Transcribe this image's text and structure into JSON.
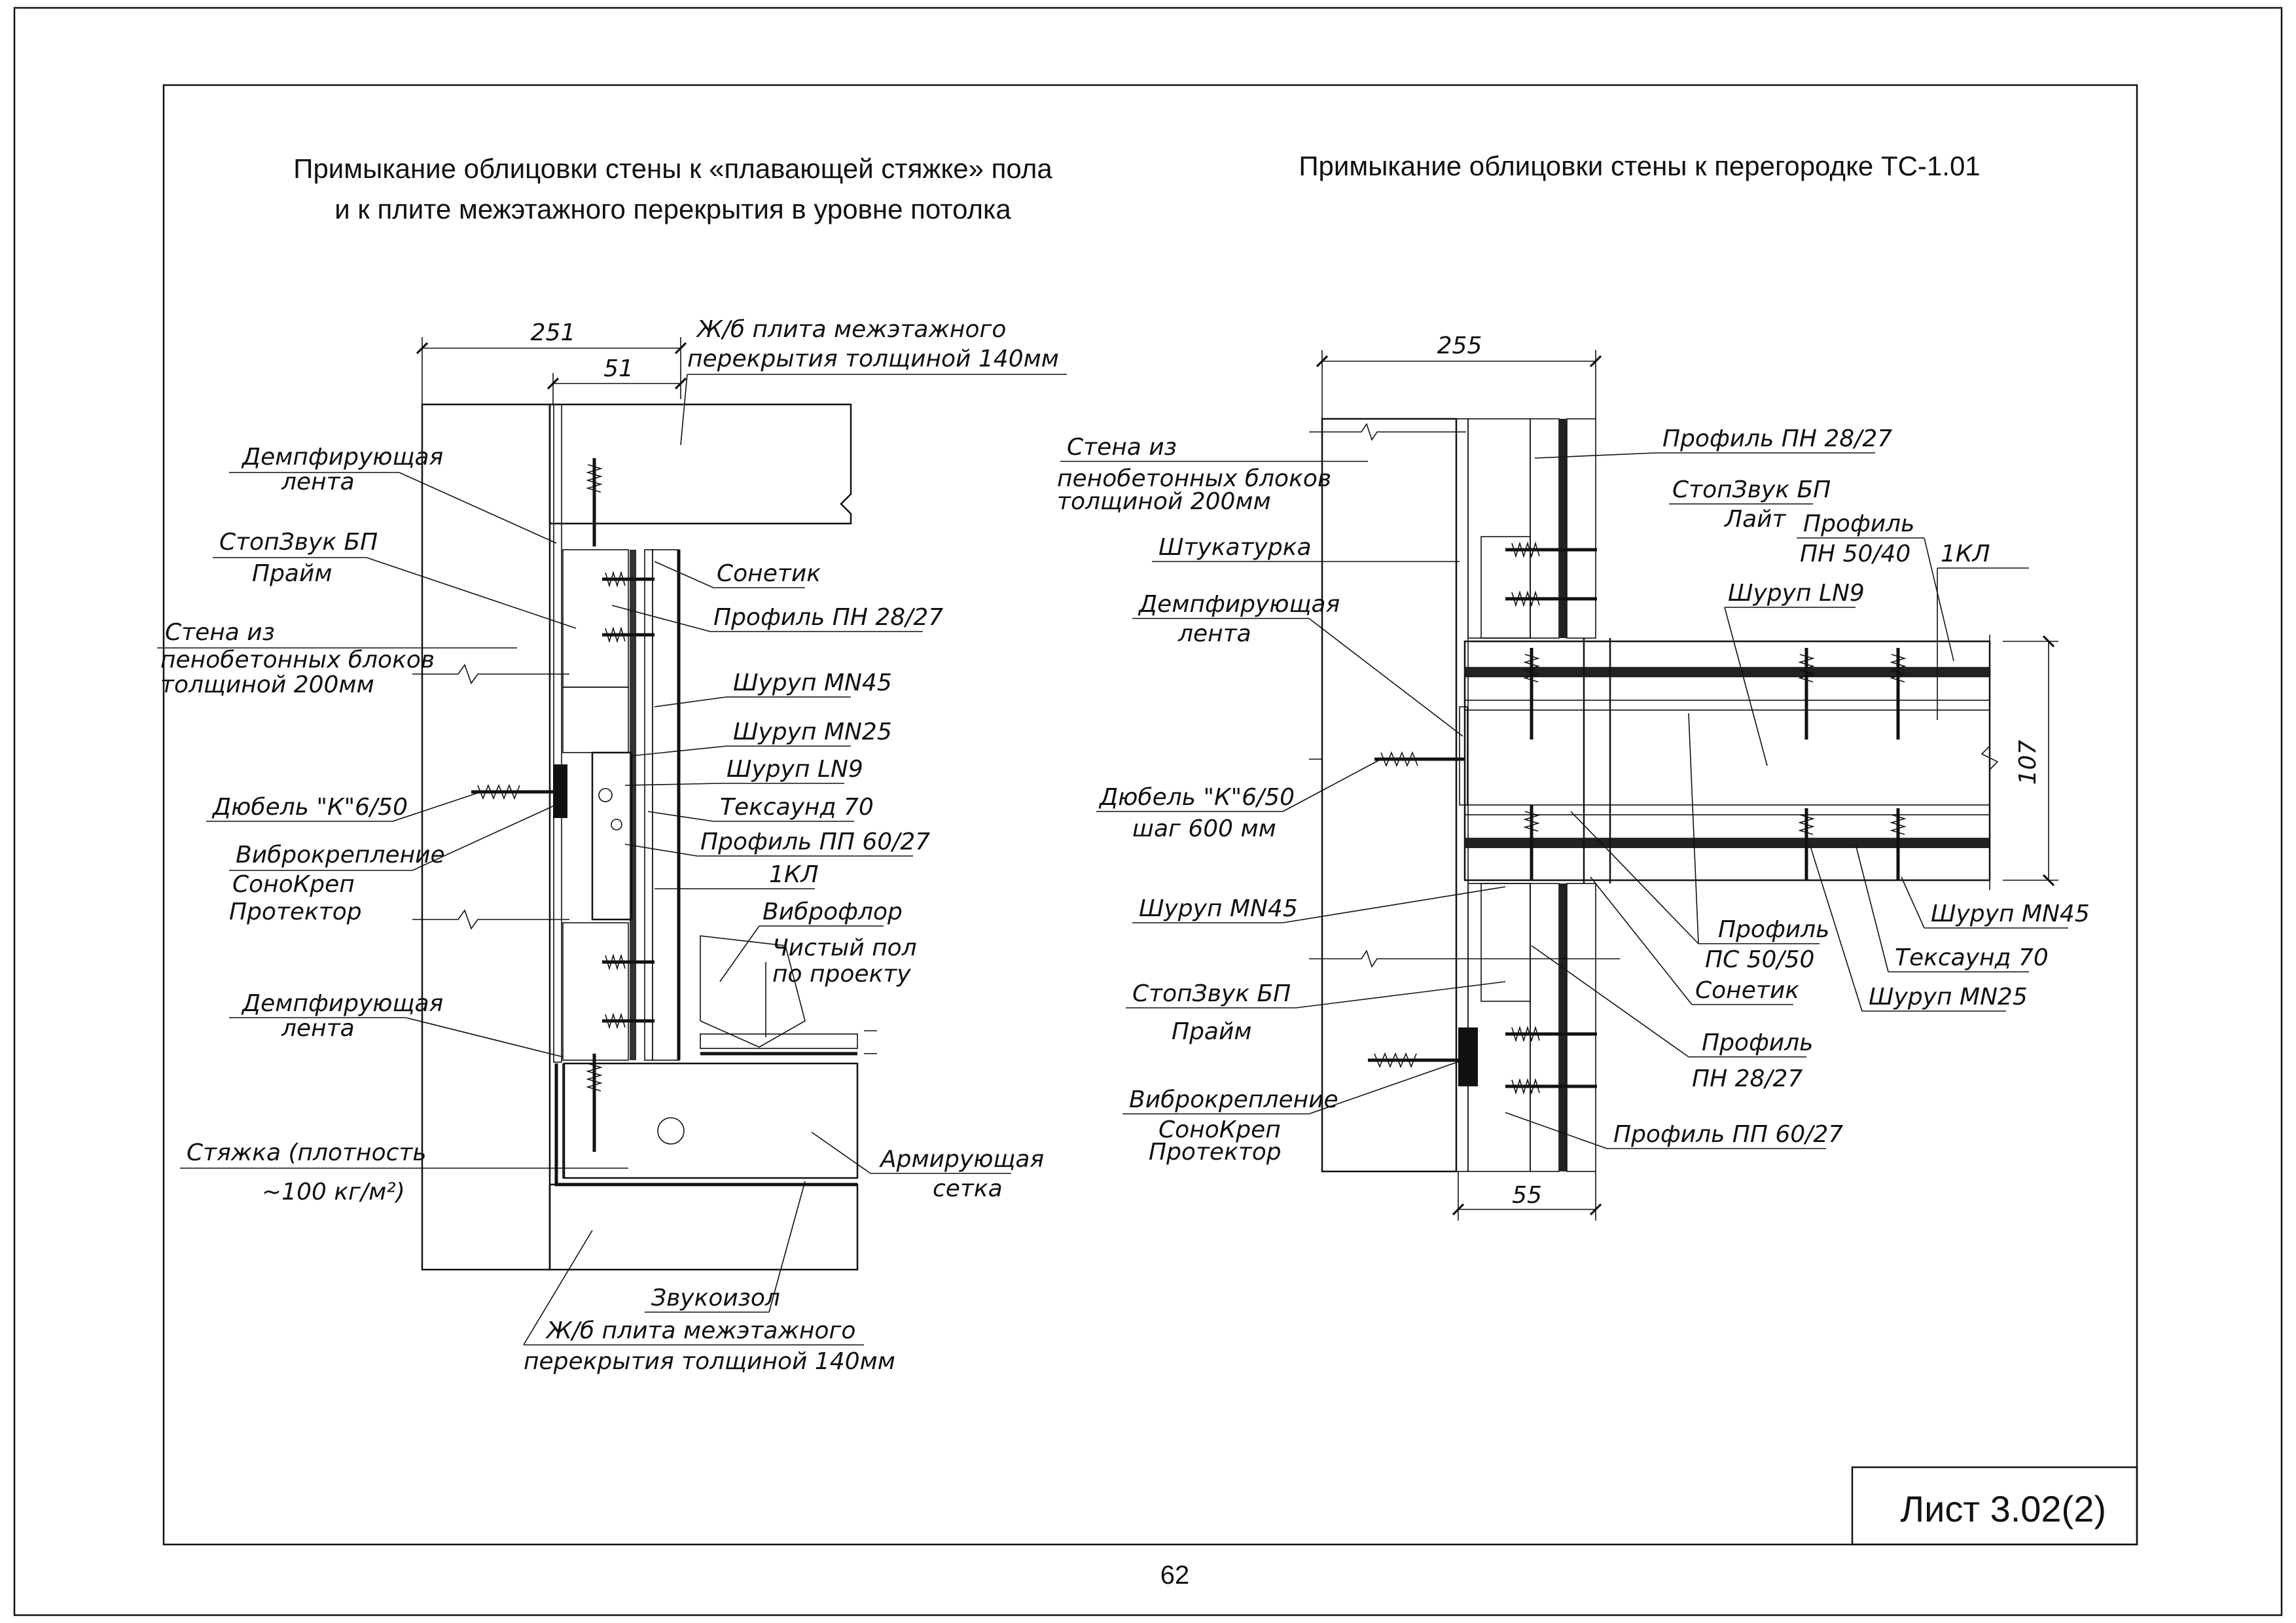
{
  "page": {
    "number": "62"
  },
  "sheet": {
    "label": "Лист 3.02(2)"
  },
  "left_detail": {
    "title_line1": "Примыкание облицовки стены к «плавающей стяжке» пола",
    "title_line2": "и к плите межэтажного перекрытия в уровне потолка",
    "dims": {
      "d251": "251",
      "d51": "51"
    },
    "labels": {
      "slab_top_1": "Ж/б плита межэтажного",
      "slab_top_2": "перекрытия толщиной 140мм",
      "damp_1a": "Демпфирующая",
      "damp_1b": "лента",
      "stopzvuk_a": "СтопЗвук БП",
      "stopzvuk_b": "Прайм",
      "wall_a": "Стена из",
      "wall_b": "пенобетонных блоков",
      "wall_c": "толщиной 200мм",
      "sonetik": "Сонетик",
      "profile_pn": "Профиль ПН 28/27",
      "mn45": "Шуруп MN45",
      "mn25": "Шуруп MN25",
      "ln9": "Шуруп LN9",
      "teksaund": "Тексаунд 70",
      "profile_pp": "Профиль ПП 60/27",
      "gkl": "1КЛ",
      "dubel": "Дюбель \"К\"6/50",
      "vibro_a": "Виброкрепление",
      "vibro_b": "СоноКреп",
      "vibro_c": "Протектор",
      "vibroflor": "Виброфлор",
      "floor_a": "Чистый пол",
      "floor_b": "по проекту",
      "damp_2a": "Демпфирующая",
      "damp_2b": "лента",
      "screed_a": "Стяжка (плотность",
      "screed_b": "~100 кг/м²)",
      "mesh_a": "Армирующая",
      "mesh_b": "сетка",
      "zvukoizol": "Звукоизол",
      "slab_bot_1": "Ж/б плита межэтажного",
      "slab_bot_2": "перекрытия толщиной 140мм"
    }
  },
  "right_detail": {
    "title": "Примыкание облицовки стены к перегородке ТС-1.01",
    "dims": {
      "d255": "255",
      "d107": "107",
      "d55": "55"
    },
    "labels": {
      "wall_a": "Стена из",
      "wall_b": "пенобетонных блоков",
      "wall_c": "толщиной 200мм",
      "profile_pn2827": "Профиль ПН 28/27",
      "stopzvuk_lite_a": "СтопЗвук БП",
      "stopzvuk_lite_b": "Лайт",
      "profile_pn5040_a": "Профиль",
      "profile_pn5040_b": "ПН 50/40",
      "gkl": "1КЛ",
      "plaster": "Штукатурка",
      "ln9": "Шуруп LN9",
      "damp_a": "Демпфирующая",
      "damp_b": "лента",
      "dubel_a": "Дюбель \"К\"6/50",
      "dubel_b": "шаг 600 мм",
      "mn45_left": "Шуруп MN45",
      "mn45_right": "Шуруп MN45",
      "ps_a": "Профиль",
      "ps_b": "ПС 50/50",
      "sonetik": "Сонетик",
      "teksaund": "Тексаунд 70",
      "mn25": "Шуруп MN25",
      "stopzvuk_prime_a": "СтопЗвук БП",
      "stopzvuk_prime_b": "Прайм",
      "pn2827_b_a": "Профиль",
      "pn2827_b_b": "ПН 28/27",
      "vibro_a": "Виброкрепление",
      "vibro_b": "СоноКреп",
      "vibro_c": "Протектор",
      "profile_pp": "Профиль ПП 60/27"
    }
  }
}
